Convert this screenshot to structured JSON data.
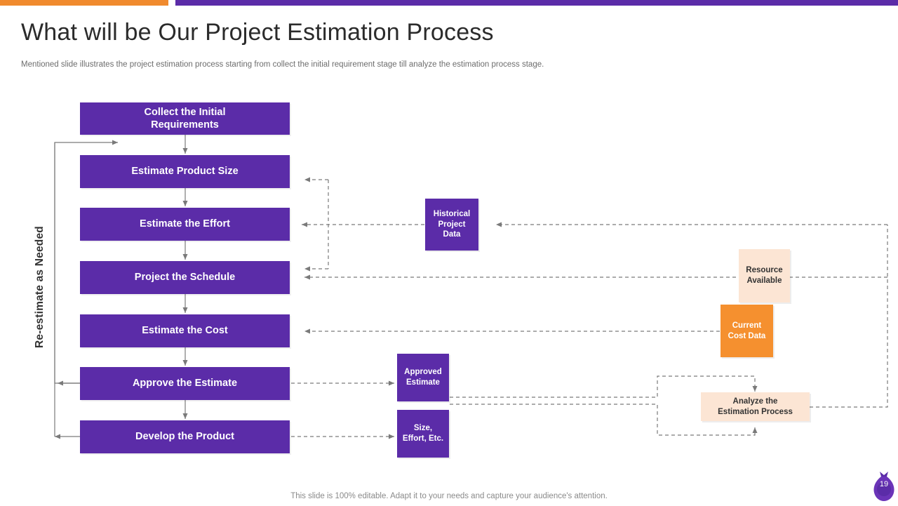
{
  "header": {
    "title": "What will be Our Project Estimation Process",
    "subtitle": "Mentioned slide illustrates the project estimation process starting from collect the initial requirement stage till analyze the estimation process stage."
  },
  "colors": {
    "purple": "#5B2CA8",
    "orange": "#F5902F",
    "peach": "#FCE5D4",
    "bar_orange": "#F08A2E",
    "connector": "#808080",
    "text_dark": "#333333"
  },
  "flow": {
    "side_label": "Re-estimate as Needed",
    "stages": [
      {
        "id": "collect-initial-requirements",
        "label": "Collect the Initial\nRequirements"
      },
      {
        "id": "estimate-product-size",
        "label": "Estimate Product Size"
      },
      {
        "id": "estimate-the-effort",
        "label": "Estimate the Effort"
      },
      {
        "id": "project-the-schedule",
        "label": "Project the Schedule"
      },
      {
        "id": "estimate-the-cost",
        "label": "Estimate the Cost"
      },
      {
        "id": "approve-the-estimate",
        "label": "Approve the Estimate"
      },
      {
        "id": "develop-the-product",
        "label": "Develop the Product"
      }
    ],
    "inputs": [
      {
        "id": "historical-project-data",
        "label": "Historical\nProject\nData",
        "style": "purple"
      },
      {
        "id": "resource-available",
        "label": "Resource\nAvailable",
        "style": "peach"
      },
      {
        "id": "current-cost-data",
        "label": "Current\nCost Data",
        "style": "orange"
      }
    ],
    "outputs": [
      {
        "id": "approved-estimate",
        "label": "Approved\nEstimate",
        "style": "purple"
      },
      {
        "id": "size-effort-etc",
        "label": "Size,\nEffort, Etc.",
        "style": "purple"
      }
    ],
    "analysis": {
      "id": "analyze-estimation-process",
      "label": "Analyze the\nEstimation Process",
      "style": "peach"
    }
  },
  "footer": {
    "note": "This slide is 100% editable. Adapt it to your needs and capture your audience's attention.",
    "page_number": "19"
  }
}
